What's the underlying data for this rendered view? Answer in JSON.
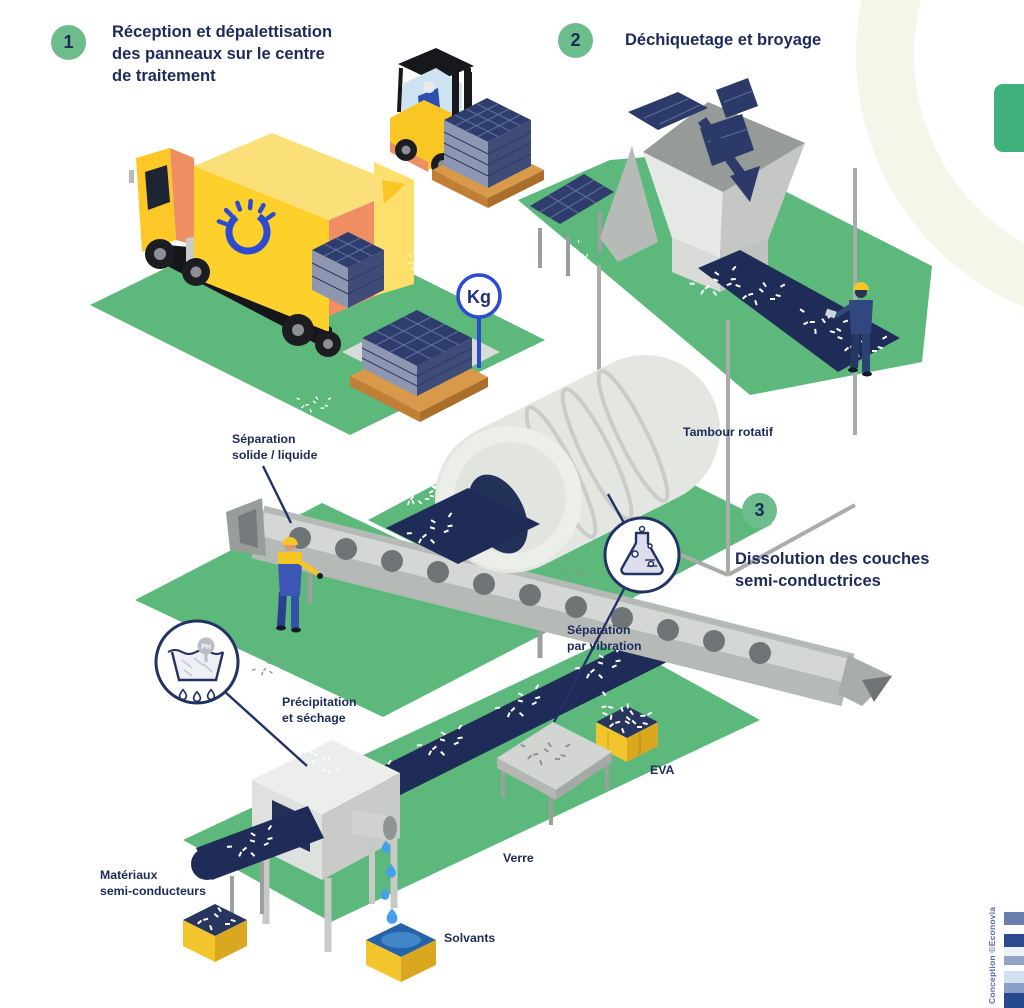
{
  "palette": {
    "navy": "#1d2a5a",
    "green_platform": "#5cb97b",
    "green_badge": "#6dbd8c",
    "green_tab": "#3fb27c",
    "royal_blue": "#2d4bd0",
    "yellow": "#f8c81f",
    "orange": "#ef8e63",
    "panel_navy": "#2e3d6b"
  },
  "steps": [
    {
      "number": "1",
      "title": "Réception et dépalettisation\ndes panneaux sur le centre\nde traitement"
    },
    {
      "number": "2",
      "title": "Déchiquetage et broyage"
    },
    {
      "number": "3",
      "title": "Dissolution des couches\nsemi-conductrices"
    }
  ],
  "labels": {
    "separation_solide_liquide": "Séparation\nsolide / liquide",
    "tambour_rotatif": "Tambour rotatif",
    "separation_par_vibration": "Séparation\npar vibration",
    "precipitation_et_sechage": "Précipitation\net séchage",
    "eva": "EVA",
    "verre": "Verre",
    "materiaux_semi_conducteurs": "Matériaux\nsemi-conducteurs",
    "solvants": "Solvants"
  },
  "badges": {
    "kg": "Kg",
    "ph": "PH"
  },
  "credit": "Conception ©Econovia"
}
